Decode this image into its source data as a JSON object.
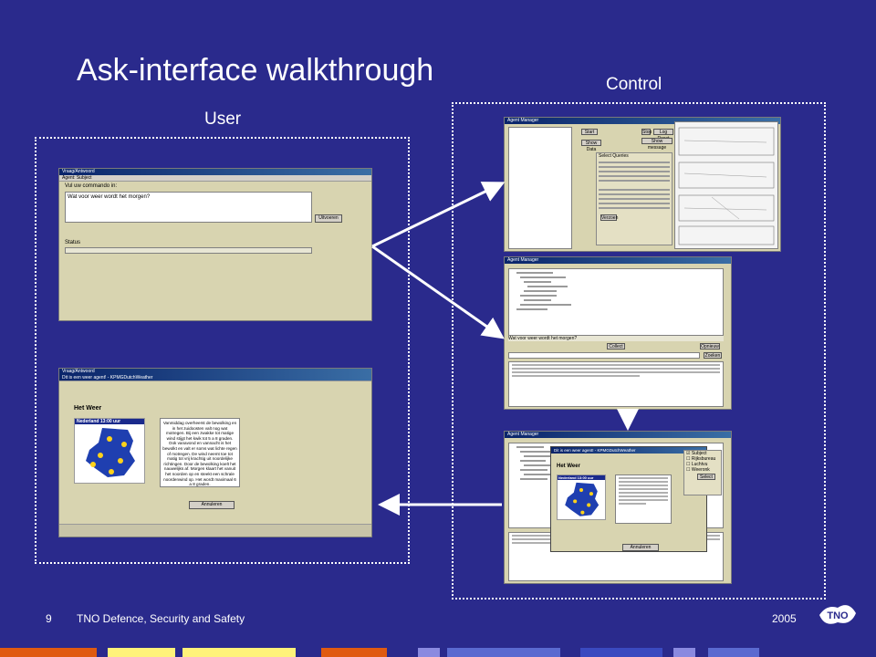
{
  "slide": {
    "title": "Ask-interface walkthrough",
    "labels": {
      "user": "User",
      "control": "Control"
    },
    "footer": {
      "page": "9",
      "org": "TNO Defence, Security and Safety",
      "year": "2005",
      "logo": "TNO"
    },
    "colors": {
      "background": "#2a2a8c",
      "accent_orange": "#e05a10",
      "accent_yellow": "#fff27a"
    }
  },
  "user_window_1": {
    "title": "Vraag/Antwoord",
    "subtitle": "Agent: Subject",
    "command_label": "Vul uw commando in:",
    "command_value": "Wat voor weer wordt het morgen?",
    "execute_button": "Uitvoeren",
    "status_label": "Status"
  },
  "user_window_2": {
    "title": "Vraag/Antwoord",
    "subtitle": "Dit is een weer agent! - KPMGDutchWeather",
    "heading": "Het Weer",
    "map_title": "Nederland 13:00 uur",
    "forecast": "Vanmiddag overheerst de bewolking en in het zuidoosten valt nog wat motregen. Bij een zwakke tot matige wind stijgt het kwik tot 5 a 8 graden. Ook vanavond en vannacht is het bewolkt en valt er soms wat lichte regen of motregen. De wind neemt toe tot matig tot vrij krachtig uit noordelijke richtingen. Door de bewolking koelt het nauwelijks af. Morgen klaart het vanuit het noorden op en steekt een schrale noordenwind op. Het wordt maximaal 6 a 8 graden.",
    "cancel_button": "Annuleren"
  },
  "control_window_1": {
    "title": "Agent Manager",
    "btn_start": "Start",
    "btn_stop": "Stop",
    "btn_log_reset": "Log Reset",
    "btn_show_data": "Show Data",
    "btn_show_message": "Show message",
    "select_label": "Select Queries",
    "btn_verzoen": "Verzoen"
  },
  "control_window_2": {
    "title": "Agent Manager",
    "question": "Wat voor weer wordt het morgen?",
    "btn_collect": "Collect",
    "btn_opnieuw": "Opnieuw",
    "btn_zoeken": "Zoeken"
  },
  "control_window_3": {
    "title": "Agent Manager",
    "overlay_title": "Dit is een weer agent! - KPMGDutchWeather",
    "heading": "Het Weer",
    "map_title": "Nederland 13:00 uur",
    "cancel_button": "Annuleren",
    "checklist": [
      "Subject",
      "Rijksbureau",
      "Luchtvu",
      "Weeronk",
      "Select"
    ]
  }
}
